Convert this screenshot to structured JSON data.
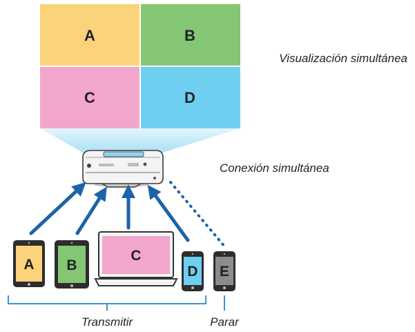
{
  "screen": {
    "tiles": [
      {
        "label": "A",
        "color": "#FBD37B"
      },
      {
        "label": "B",
        "color": "#84C674"
      },
      {
        "label": "C",
        "color": "#F2A6CB"
      },
      {
        "label": "D",
        "color": "#6FCFF1"
      }
    ]
  },
  "captions": {
    "simultaneous_display": "Visualización simultánea",
    "simultaneous_connection": "Conexión simultánea",
    "transmit": "Transmitir",
    "stop": "Parar"
  },
  "devices": [
    {
      "type": "tablet",
      "label": "A",
      "color": "#FBD37B"
    },
    {
      "type": "tablet",
      "label": "B",
      "color": "#84C674"
    },
    {
      "type": "laptop",
      "label": "C",
      "color": "#F2A6CB"
    },
    {
      "type": "phone",
      "label": "D",
      "color": "#6FCFF1"
    },
    {
      "type": "phone",
      "label": "E",
      "color": "#8C8C8C"
    }
  ],
  "colors": {
    "arrow": "#1D63A8",
    "bracket": "#3B93CE",
    "projection_beam": "#BFE8F8"
  }
}
